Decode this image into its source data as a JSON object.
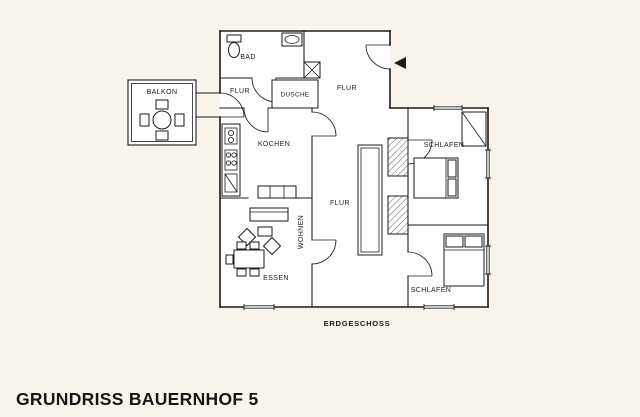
{
  "title": {
    "text": "GRUNDRISS BAUERNHOF 5"
  },
  "plan": {
    "floor_label": "ERDGESCHOSS",
    "rooms": {
      "balkon": {
        "label": "BALKON"
      },
      "bad": {
        "label": "BAD"
      },
      "flur_upper_left": {
        "label": "FLUR"
      },
      "dusche": {
        "label": "DUSCHE"
      },
      "flur_upper_right": {
        "label": "FLUR"
      },
      "kochen": {
        "label": "KOCHEN"
      },
      "schlafen_upper": {
        "label": "SCHLAFEN"
      },
      "flur_main": {
        "label": "FLUR"
      },
      "wohnen": {
        "label": "WOHNEN"
      },
      "essen": {
        "label": "ESSEN"
      },
      "schlafen_lower": {
        "label": "SCHLAFEN"
      }
    }
  },
  "icons": {
    "entrance_arrow": "left-pointing-triangle"
  },
  "colors": {
    "background": "#f8f4ec",
    "ink": "#1b1b1b",
    "paper": "#ffffff"
  }
}
